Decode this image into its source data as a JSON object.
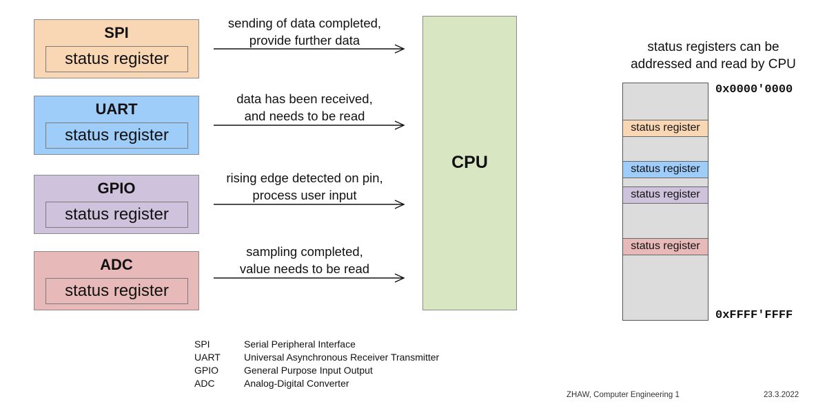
{
  "peripherals": [
    {
      "name": "SPI",
      "register": "status register",
      "message": [
        "sending of data completed,",
        "provide further data"
      ],
      "color": "#fad7b4"
    },
    {
      "name": "UART",
      "register": "status register",
      "message": [
        "data has been received,",
        "and needs to be read"
      ],
      "color": "#9fcdfa"
    },
    {
      "name": "GPIO",
      "register": "status register",
      "message": [
        "rising edge detected on pin,",
        "process user input"
      ],
      "color": "#cfc2dd"
    },
    {
      "name": "ADC",
      "register": "status register",
      "message": [
        "sampling completed,",
        "value needs to be read"
      ],
      "color": "#e8b9b9"
    }
  ],
  "cpu": {
    "label": "CPU",
    "color": "#d8e6c2"
  },
  "memory": {
    "caption": [
      "status registers can be",
      "addressed and read by CPU"
    ],
    "start_address": "0x0000'0000",
    "end_address": "0xFFFF'FFFF",
    "slots": [
      {
        "label": "status register",
        "color": "#fad7b4"
      },
      {
        "label": "status register",
        "color": "#9fcdfa"
      },
      {
        "label": "status register",
        "color": "#cfc2dd"
      },
      {
        "label": "status register",
        "color": "#e8b9b9"
      }
    ]
  },
  "legend": [
    {
      "abbr": "SPI",
      "full": "Serial Peripheral Interface"
    },
    {
      "abbr": "UART",
      "full": "Universal Asynchronous Receiver Transmitter"
    },
    {
      "abbr": "GPIO",
      "full": "General Purpose Input Output"
    },
    {
      "abbr": "ADC",
      "full": "Analog-Digital Converter"
    }
  ],
  "footer": {
    "left": "ZHAW, Computer Engineering 1",
    "right": "23.3.2022"
  }
}
